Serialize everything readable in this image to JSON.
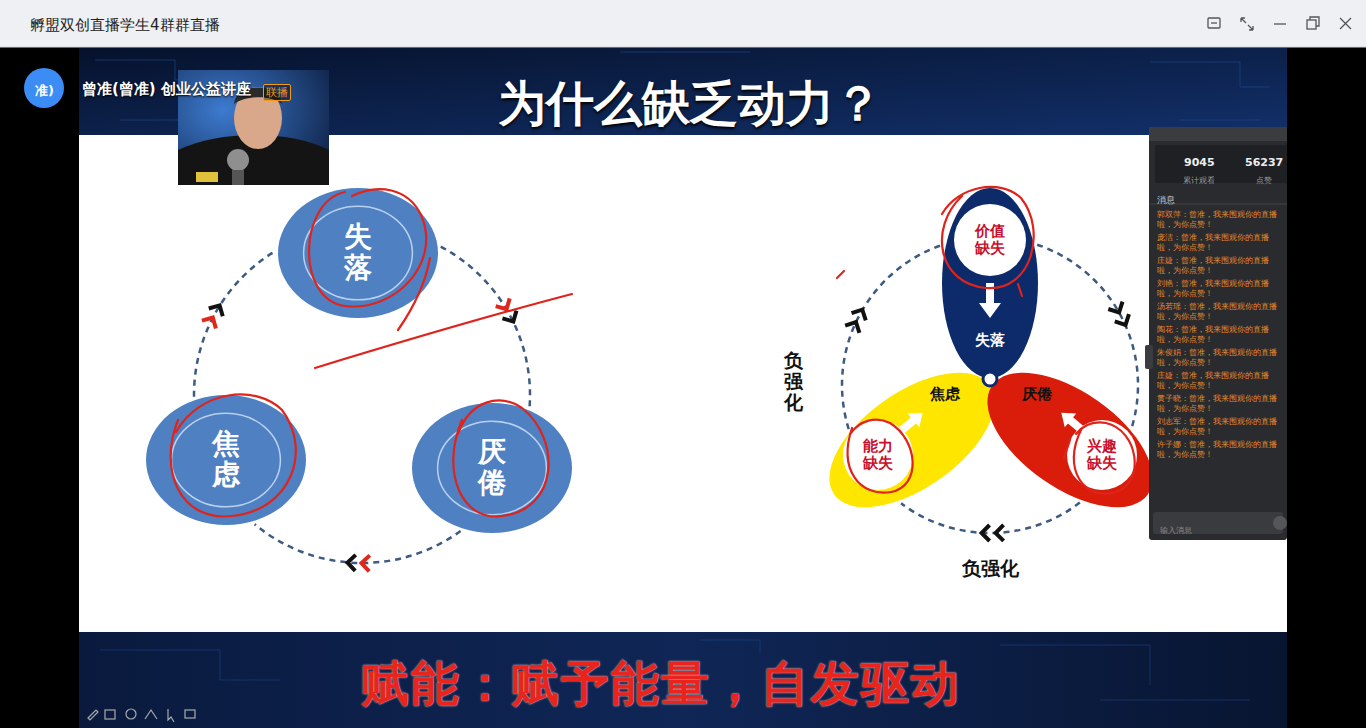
{
  "diagram": {
    "title": "为什么缺乏动力？",
    "caption": "赋能：赋予能量，自发驱动",
    "nodes": [
      {
        "text": [
          "失落"
        ]
      },
      {
        "text": [
          "焦虑"
        ]
      },
      {
        "text": [
          "厌倦"
        ]
      },
      {
        "text": [
          "失落"
        ]
      },
      {
        "text": [
          "价值缺失"
        ],
        "in": 3
      },
      {
        "text": [
          "焦虑"
        ]
      },
      {
        "text": [
          "能力缺失"
        ],
        "in": 5
      },
      {
        "text": [
          "厌倦"
        ]
      },
      {
        "text": [
          "兴趣缺失"
        ],
        "in": 7
      }
    ],
    "edges": [
      {
        "from": 0,
        "to": 2,
        "arrow": "to"
      },
      {
        "from": 2,
        "to": 1,
        "arrow": "to"
      },
      {
        "from": 1,
        "to": 0,
        "arrow": "to"
      },
      {
        "from": 3,
        "to": 7,
        "arrow": "to"
      },
      {
        "from": 7,
        "to": 5,
        "arrow": "to"
      },
      {
        "from": 5,
        "to": 3,
        "arrow": "to"
      }
    ],
    "labels": [
      "孵盟双创直播学生4群群直播",
      "准)",
      "曾准(曾准) 创业公益讲座",
      "联播",
      "负强化",
      "负强化",
      "9045",
      "累计观看",
      "56237",
      "点赞",
      "消息",
      "郭双萍：曾准，我来围观你的直播啦，为你点赞！",
      "庞洁：曾准，我来围观你的直播啦，为你点赞！",
      "庄婕：曾准，我来围观你的直播啦，为你点赞！",
      "刘艳：曾准，我来围观你的直播啦，为你点赞！",
      "汤若瑶：曾准，我来围观你的直播啦，为你点赞！",
      "陶花：曾准，我来围观你的直播啦，为你点赞！",
      "朱俊娟：曾准，我来围观你的直播啦，为你点赞！",
      "庄婕：曾准，我来围观你的直播啦，为你点赞！",
      "黄子晓：曾准，我来围观你的直播啦，为你点赞！",
      "刘志军：曾准，我来围观你的直播啦，为你点赞！",
      "许子娜：曾准，我来围观你的直播啦，为你点赞！",
      "输入消息"
    ]
  }
}
